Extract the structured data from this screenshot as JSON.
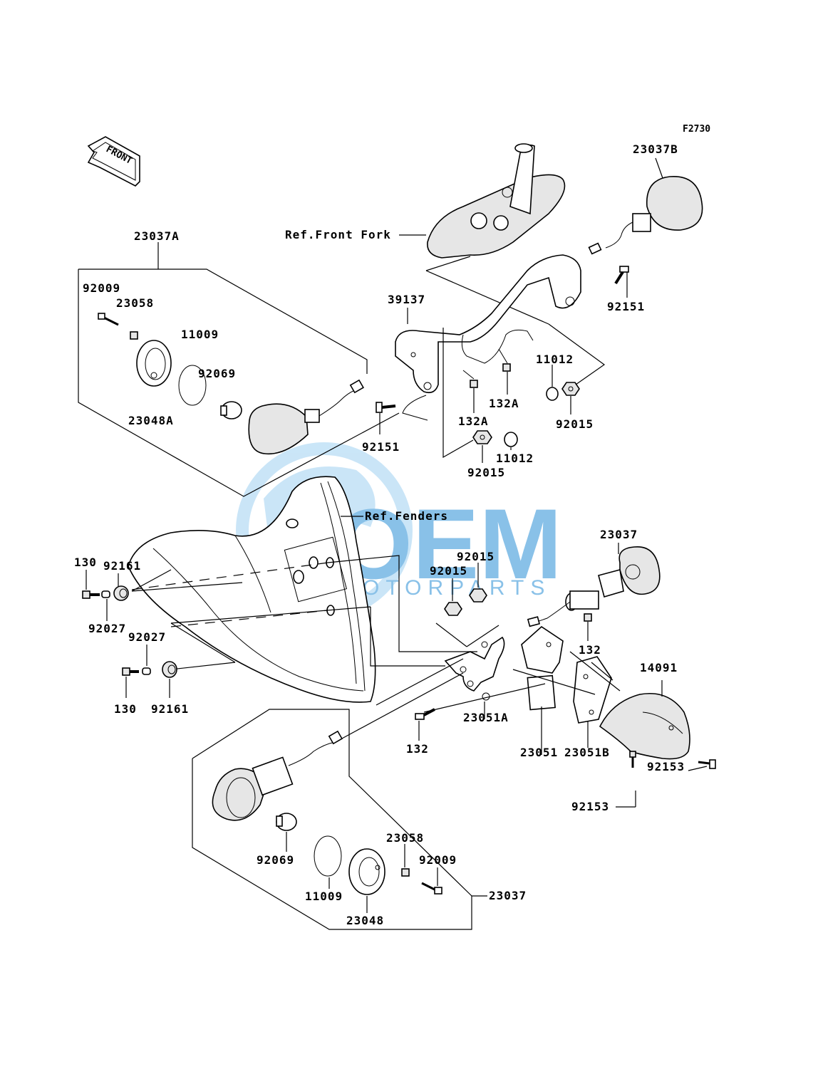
{
  "diagram_code": "F2730",
  "front_marker": "FRONT",
  "references": {
    "front_fork": "Ref.Front Fork",
    "fenders": "Ref.Fenders"
  },
  "watermark": {
    "brand": "OEM",
    "sub": "MOTORPARTS",
    "colors": {
      "blue": "#2a8fd6",
      "light_blue": "#9fd1f2"
    }
  },
  "labels": {
    "p23037A": "23037A",
    "p23037B": "23037B",
    "p23037_right": "23037",
    "p23037_bottom": "23037",
    "p92009_top": "92009",
    "p92009_bottom": "92009",
    "p23058_top": "23058",
    "p23058_bottom": "23058",
    "p11009_top": "11009",
    "p11009_bottom": "11009",
    "p92069_top": "92069",
    "p92069_bottom": "92069",
    "p23048A": "23048A",
    "p23048": "23048",
    "p39137": "39137",
    "p92151_left": "92151",
    "p92151_right": "92151",
    "p132A_a": "132A",
    "p132A_b": "132A",
    "p11012_a": "11012",
    "p11012_b": "11012",
    "p92015_a": "92015",
    "p92015_b": "92015",
    "p92015_c": "92015",
    "p92015_d": "92015",
    "p130_a": "130",
    "p130_b": "130",
    "p92161_a": "92161",
    "p92161_b": "92161",
    "p92027_a": "92027",
    "p92027_b": "92027",
    "p132_a": "132",
    "p132_b": "132",
    "p23051A": "23051A",
    "p23051": "23051",
    "p23051B": "23051B",
    "p14091": "14091",
    "p92153_a": "92153",
    "p92153_b": "92153"
  }
}
